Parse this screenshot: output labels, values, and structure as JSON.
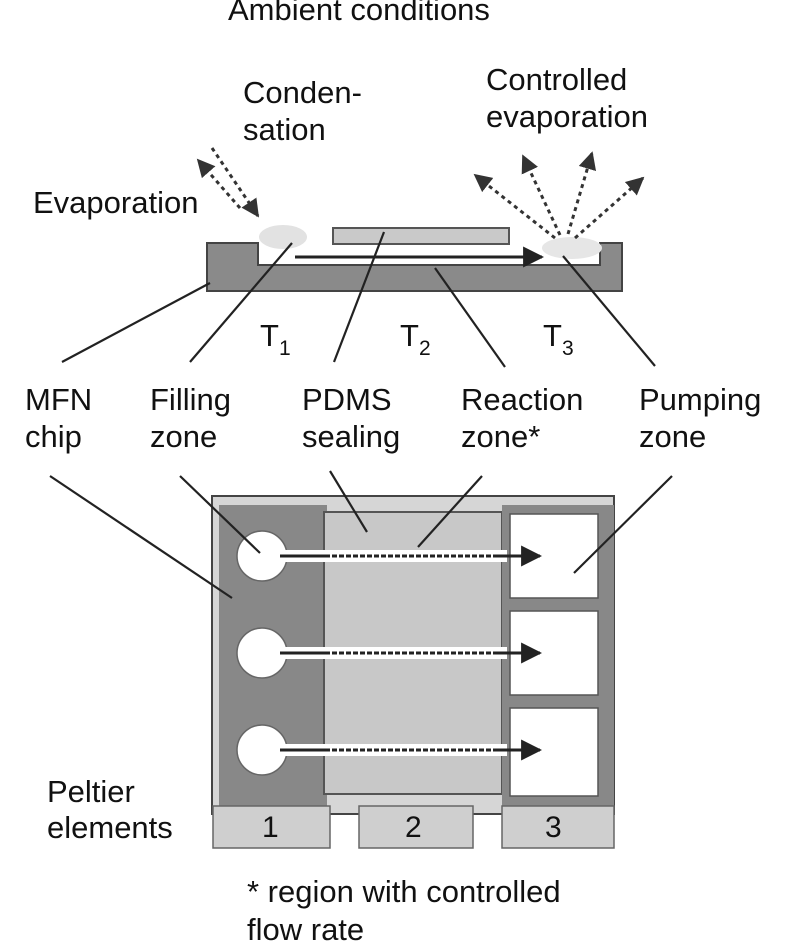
{
  "header": {
    "ambient": "Ambient conditions"
  },
  "annotations": {
    "condensation": [
      "Conden-",
      "sation"
    ],
    "controlled_evaporation": [
      "Controlled",
      "evaporation"
    ],
    "evaporation": "Evaporation"
  },
  "temperatures": [
    {
      "base": "T",
      "sub": "1"
    },
    {
      "base": "T",
      "sub": "2"
    },
    {
      "base": "T",
      "sub": "3"
    }
  ],
  "components": {
    "mfn_chip": [
      "MFN",
      "chip"
    ],
    "filling_zone": [
      "Filling",
      "zone"
    ],
    "pdms_sealing": [
      "PDMS",
      "sealing"
    ],
    "reaction_zone": [
      "Reaction",
      "zone*"
    ],
    "pumping_zone": [
      "Pumping",
      "zone"
    ]
  },
  "peltier": {
    "label": [
      "Peltier",
      "elements"
    ],
    "numbers": [
      "1",
      "2",
      "3"
    ]
  },
  "footnote": [
    "* region with controlled",
    "flow rate"
  ]
}
